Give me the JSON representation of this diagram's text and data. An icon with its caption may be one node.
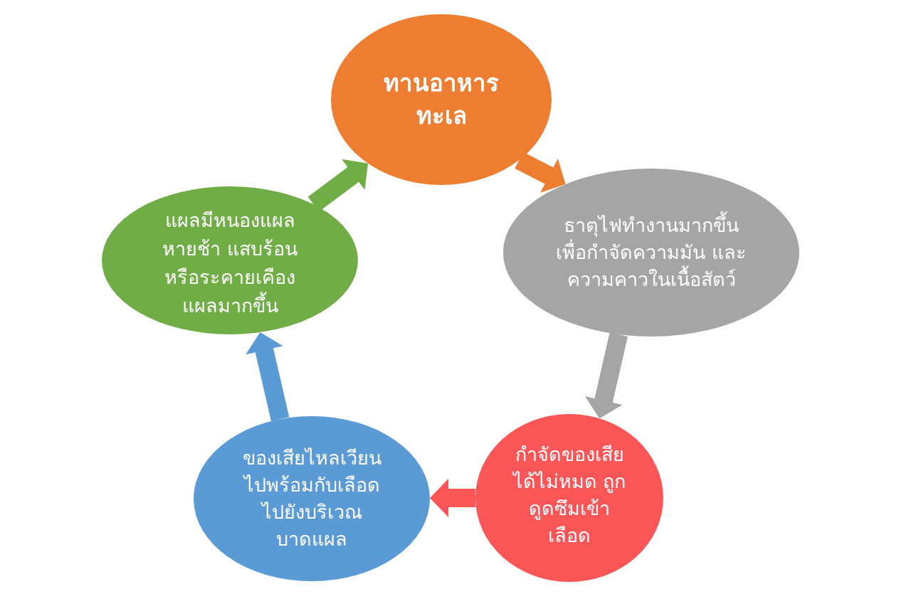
{
  "diagram": {
    "nodes": [
      {
        "text": [
          "ทานอาหารทะเล"
        ]
      },
      {
        "text": [
          "ธาตุไฟทำงานมากขึ้นเพื่อกำจัดความมัน และ ความคาวในเนื้อสัตว์"
        ]
      },
      {
        "text": [
          "กำจัดของเสียได้ไม่หมด ถูกดูดซึมเข้าเลือด"
        ]
      },
      {
        "text": [
          "ของเสียไหลเวียนไปพร้อมกับเลือด ไปยังบริเวณบาดแผล"
        ]
      },
      {
        "text": [
          "แผลมีหนองแผลหายช้า แสบร้อน หรือระคายเคืองแผลมากขึ้น"
        ]
      }
    ],
    "edges": [
      {
        "from": 0,
        "to": 1,
        "arrow": "to",
        "color": "#ed7d31"
      },
      {
        "from": 1,
        "to": 2,
        "arrow": "to",
        "color": "#a5a5a5"
      },
      {
        "from": 2,
        "to": 3,
        "arrow": "to",
        "color": "#fa5557"
      },
      {
        "from": 3,
        "to": 4,
        "arrow": "to",
        "color": "#5b9bd5"
      },
      {
        "from": 4,
        "to": 0,
        "arrow": "to",
        "color": "#70ad47"
      }
    ]
  }
}
